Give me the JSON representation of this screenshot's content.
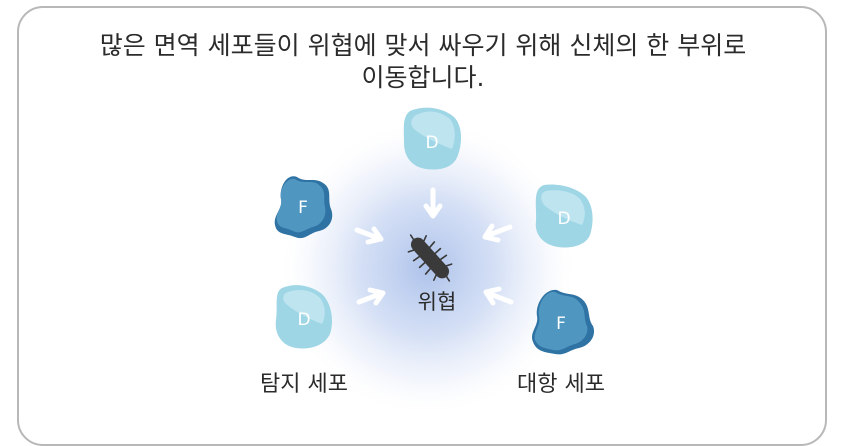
{
  "title": {
    "line1": "많은 면역 세포들이 위협에 맞서 싸우기 위해 신체의 한 부위로",
    "line2": "이동합니다."
  },
  "center": {
    "label": "위협"
  },
  "cells": [
    {
      "letter": "D",
      "type": "detector"
    },
    {
      "letter": "D",
      "type": "detector"
    },
    {
      "letter": "F",
      "type": "fighter"
    },
    {
      "letter": "D",
      "type": "detector"
    },
    {
      "letter": "F",
      "type": "fighter"
    }
  ],
  "legend": {
    "detector_label": "탐지 세포",
    "fighter_label": "대항 세포"
  },
  "colors": {
    "detector": "#9fd6e6",
    "detector_light": "#c4e7f1",
    "fighter": "#4f96c0",
    "fighter_dark": "#2e73a3",
    "glow": "#b4c8ec",
    "threat": "#3a3a3a",
    "frame": "#b8b8b8"
  }
}
